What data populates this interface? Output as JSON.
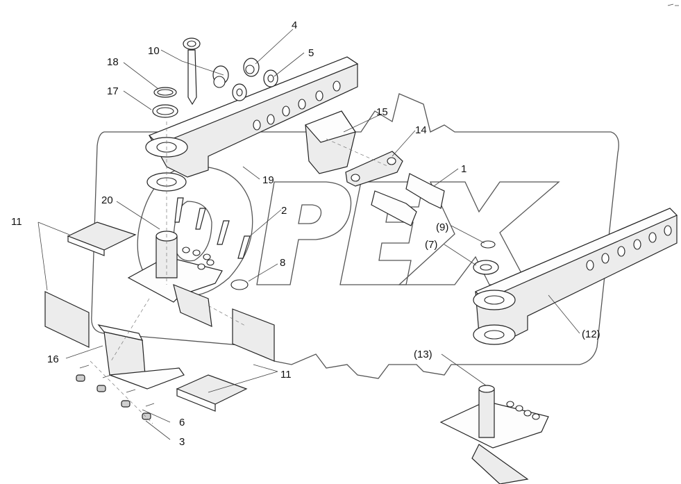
{
  "watermark": {
    "text": "OPEX"
  },
  "corner_mark": {
    "text": ""
  },
  "callouts": [
    {
      "id": "c1",
      "label": "1"
    },
    {
      "id": "c2",
      "label": "2"
    },
    {
      "id": "c3",
      "label": "3"
    },
    {
      "id": "c4",
      "label": "4"
    },
    {
      "id": "c5",
      "label": "5"
    },
    {
      "id": "c6",
      "label": "6"
    },
    {
      "id": "c7",
      "label": "(7)"
    },
    {
      "id": "c8",
      "label": "8"
    },
    {
      "id": "c9",
      "label": "(9)"
    },
    {
      "id": "c10",
      "label": "10"
    },
    {
      "id": "c11a",
      "label": "11"
    },
    {
      "id": "c11b",
      "label": "11"
    },
    {
      "id": "c12",
      "label": "(12)"
    },
    {
      "id": "c13",
      "label": "(13)"
    },
    {
      "id": "c14",
      "label": "14"
    },
    {
      "id": "c15",
      "label": "15"
    },
    {
      "id": "c16",
      "label": "16"
    },
    {
      "id": "c17",
      "label": "17"
    },
    {
      "id": "c18",
      "label": "18"
    },
    {
      "id": "c19",
      "label": "19"
    },
    {
      "id": "c20",
      "label": "20"
    }
  ]
}
